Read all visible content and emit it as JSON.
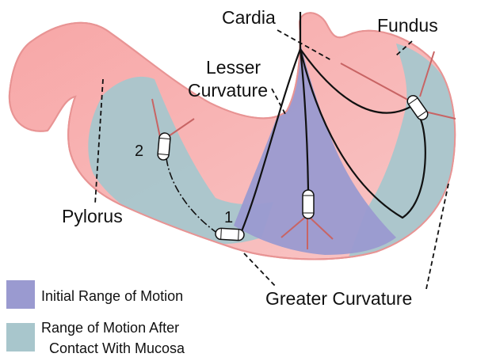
{
  "labels": {
    "cardia": "Cardia",
    "fundus": "Fundus",
    "lesser_line1": "Lesser",
    "lesser_line2": "Curvature",
    "pylorus": "Pylorus",
    "greater": "Greater Curvature",
    "capsule_1": "1",
    "capsule_2": "2"
  },
  "legend": [
    {
      "text_lines": [
        "Initial Range of Motion"
      ],
      "color": "#9a9ad0"
    },
    {
      "text_lines": [
        "Range of Motion After",
        "Contact With Mucosa"
      ],
      "color": "#a8c6cc"
    }
  ],
  "colors": {
    "stomach_fill": "#f5b8b8",
    "stomach_stroke": "#e89494",
    "initial_range": "#9a9ad0",
    "after_contact": "#a8c6cc",
    "tether": "#111111",
    "leg_lines": "#c86464",
    "capsule_body": "#ffffff"
  }
}
